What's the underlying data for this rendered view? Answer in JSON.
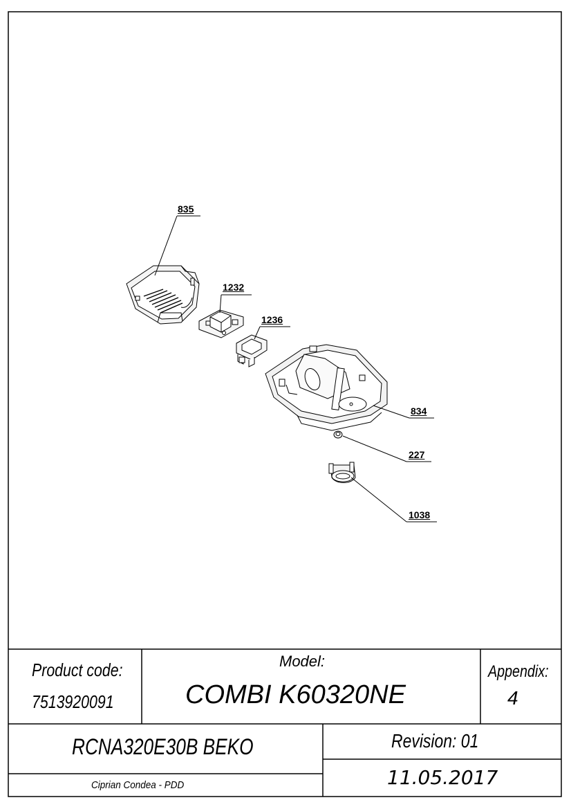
{
  "callouts": [
    {
      "id": "835",
      "text": "835"
    },
    {
      "id": "1232",
      "text": "1232"
    },
    {
      "id": "1236",
      "text": "1236"
    },
    {
      "id": "834",
      "text": "834"
    },
    {
      "id": "227",
      "text": "227"
    },
    {
      "id": "1038",
      "text": "1038"
    }
  ],
  "title_block": {
    "product_code_label": "Product code:",
    "product_code_value": "7513920091",
    "model_label": "Model:",
    "model_value": "COMBI K60320NE",
    "appendix_label": "Appendix:",
    "appendix_value": "4",
    "product_name": "RCNA320E30B BEKO",
    "revision": "Revision: 01",
    "author": "Ciprian Condea - PDD",
    "date": "11.05.2017"
  }
}
